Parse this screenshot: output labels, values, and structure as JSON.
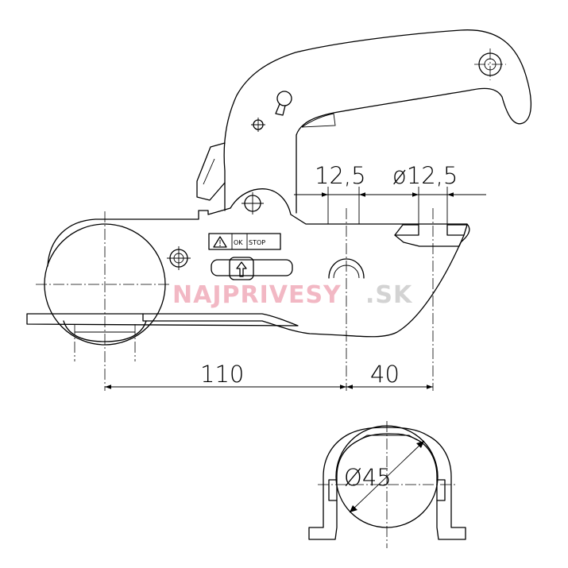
{
  "drawing": {
    "dimensions": {
      "bolt_hole": "12,5",
      "bolt_hole_diameter": "ø12,5",
      "ball_to_bolt": "110",
      "bolt_to_bolt": "40",
      "ball_diameter": "Ø45"
    },
    "label": {
      "ok": "OK",
      "stop": "STOP"
    },
    "watermark": {
      "brand_main": "NAJPRIVESY",
      "brand_tld": ".SK"
    }
  }
}
